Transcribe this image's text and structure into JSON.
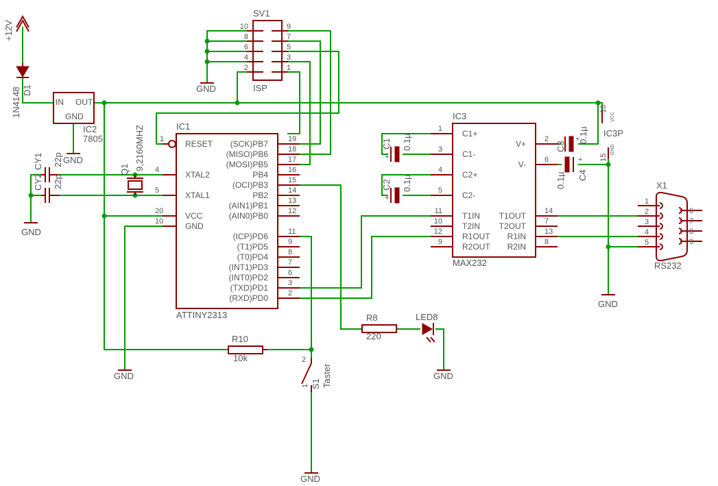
{
  "parts": {
    "pwr12": "+12V",
    "d1_ref": "D1",
    "d1_val": "1N4148",
    "ic2_ref": "IC2",
    "ic2_val": "7805",
    "ic2_in": "IN",
    "ic2_out": "OUT",
    "ic2_gnd": "GND",
    "sv1_ref": "SV1",
    "sv1_val": "ISP",
    "ic1_ref": "IC1",
    "ic1_val": "ATTINY2313",
    "q1_ref": "Q1",
    "q1_val": "9,2160MHZ",
    "cy1_ref": "CY1",
    "cy1_val": "22p",
    "cy2_ref": "CY2",
    "cy2_val": "22p",
    "ic3_ref": "IC3",
    "ic3_val": "MAX232",
    "ic3p_ref": "IC3P",
    "vcc_small": "VCC",
    "gnd_small": "GND",
    "c1_ref": "C1",
    "c1_val": "0.1µ",
    "c2_ref": "C2",
    "c2_val": "0.1µ",
    "c3_ref": "C3",
    "c3_val": "0.1µ",
    "c4_ref": "C4",
    "c4_val": "0.1µ",
    "x1_ref": "X1",
    "x1_val": "RS232",
    "r8_ref": "R8",
    "r8_val": "220",
    "led8_ref": "LED8",
    "r10_ref": "R10",
    "r10_val": "10k",
    "s1_ref": "S1",
    "s1_val": "Taster",
    "gnd": "GND"
  },
  "ic1_left": [
    {
      "name": "RESET",
      "num": "1"
    },
    {
      "name": "XTAL2",
      "num": "4"
    },
    {
      "name": "XTAL1",
      "num": "5"
    },
    {
      "name": "VCC",
      "num": "20"
    },
    {
      "name": "GND",
      "num": "10"
    }
  ],
  "ic1_right": [
    {
      "name": "(SCK)PB7",
      "num": "19"
    },
    {
      "name": "(MISO)PB6",
      "num": "18"
    },
    {
      "name": "(MOSI)PB5",
      "num": "17"
    },
    {
      "name": "PB4",
      "num": "16"
    },
    {
      "name": "(OCI)PB3",
      "num": "15"
    },
    {
      "name": "PB2",
      "num": "14"
    },
    {
      "name": "(AIN1)PB1",
      "num": "13"
    },
    {
      "name": "(AIN0)PB0",
      "num": "12"
    },
    {
      "name": "(ICP)PD6",
      "num": "11"
    },
    {
      "name": "(T1)PD5",
      "num": "9"
    },
    {
      "name": "(T0)PD4",
      "num": "8"
    },
    {
      "name": "(INT1)PD3",
      "num": "7"
    },
    {
      "name": "(INT0)PD2",
      "num": "6"
    },
    {
      "name": "(TXD)PD1",
      "num": "3"
    },
    {
      "name": "(RXD)PD0",
      "num": "2"
    }
  ],
  "ic3_left": [
    {
      "name": "C1+",
      "num": "1"
    },
    {
      "name": "C1-",
      "num": "3"
    },
    {
      "name": "C2+",
      "num": "4"
    },
    {
      "name": "C2-",
      "num": "5"
    },
    {
      "name": "T1IN",
      "num": "11"
    },
    {
      "name": "T2IN",
      "num": "10"
    },
    {
      "name": "R1OUT",
      "num": "12"
    },
    {
      "name": "R2OUT",
      "num": "9"
    }
  ],
  "ic3_right": [
    {
      "name": "V+",
      "num": "2"
    },
    {
      "name": "V-",
      "num": "6"
    },
    {
      "name": "T1OUT",
      "num": "14"
    },
    {
      "name": "T2OUT",
      "num": "7"
    },
    {
      "name": "R1IN",
      "num": "13"
    },
    {
      "name": "R2IN",
      "num": "8"
    }
  ],
  "ic3p_pins": {
    "vcc": "16",
    "gnd": "15"
  },
  "sv1_left": [
    "10",
    "8",
    "6",
    "4",
    "2"
  ],
  "sv1_right": [
    "9",
    "7",
    "5",
    "3",
    "1"
  ],
  "x1_left": [
    "1",
    "2",
    "3",
    "4",
    "5"
  ],
  "x1_right": [
    "6",
    "7",
    "8",
    "9"
  ],
  "s1_pins": {
    "a": "2",
    "b": "1"
  }
}
